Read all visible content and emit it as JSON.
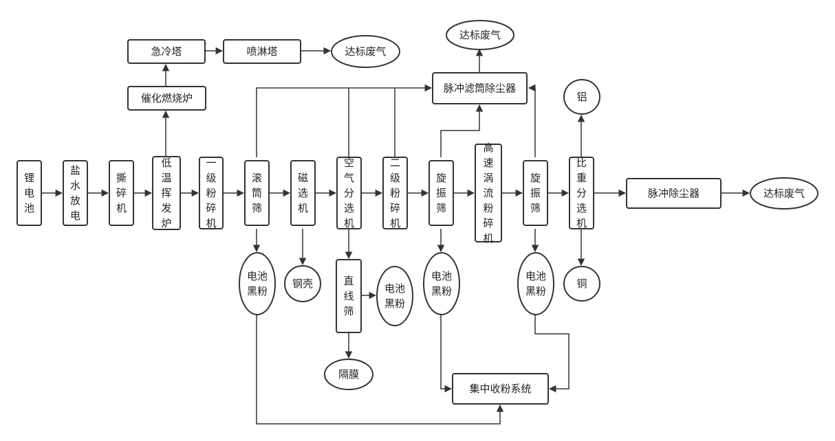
{
  "nodes": {
    "li_battery": "锂电池",
    "brine_discharge": "盐水放电",
    "shredder": "撕碎机",
    "low_temp_furnace": "低温挥发炉",
    "primary_crusher": "一级粉碎机",
    "drum_screen": "滚筒筛",
    "magnetic_separator": "磁选机",
    "air_separator": "空气分选机",
    "secondary_crusher": "二级粉碎机",
    "rotary_screen_1": "旋振筛",
    "eddy_crusher": "高速涡流粉碎机",
    "rotary_screen_2": "旋振筛",
    "gravity_separator": "比重分选机",
    "pulse_dust_collector": "脉冲除尘器",
    "exhaust_final": "达标废气",
    "catalytic_burner": "催化燃烧炉",
    "quench_tower": "急冷塔",
    "spray_tower": "喷淋塔",
    "exhaust_top_left": "达标废气",
    "pulse_filter_collector": "脉冲滤筒除尘器",
    "exhaust_top_mid": "达标废气",
    "aluminum": "铝",
    "copper": "铜",
    "black_powder_1": "电池黑粉",
    "steel_shell": "钢壳",
    "linear_screen": "直线筛",
    "black_powder_2": "电池黑粉",
    "separator_film": "隔膜",
    "black_powder_3": "电池黑粉",
    "black_powder_4": "电池黑粉",
    "central_powder_system": "集中收粉系统"
  },
  "colors": {
    "stroke": "#333333",
    "fill": "#ffffff",
    "text": "#222222"
  }
}
